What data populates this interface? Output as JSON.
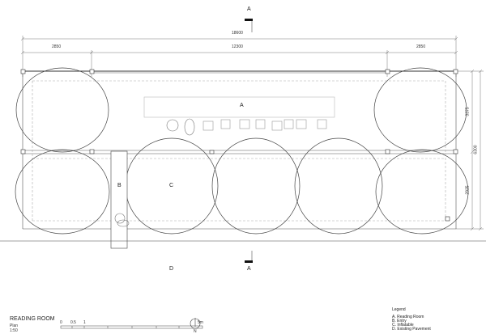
{
  "section_marks": {
    "top": "A",
    "bottom": "A"
  },
  "dimensions": {
    "overall": "18600",
    "left": "2850",
    "middle": "12300",
    "right": "2850",
    "right_upper": "3375",
    "right_lower": "2925",
    "right_overall": "6300"
  },
  "zones": {
    "a": "A",
    "b": "B",
    "c": "C",
    "d": "D"
  },
  "title": {
    "name": "READING ROOM",
    "view": "Plan",
    "scale": "1:50"
  },
  "scale_bar": {
    "ticks": [
      "0",
      "0.5",
      "1",
      "5m"
    ]
  },
  "north": "N",
  "legend": {
    "title": "Legend",
    "items": [
      "A. Reading Room",
      "B. Entry",
      "C. Inflatable",
      "D. Existing Pavement"
    ]
  }
}
